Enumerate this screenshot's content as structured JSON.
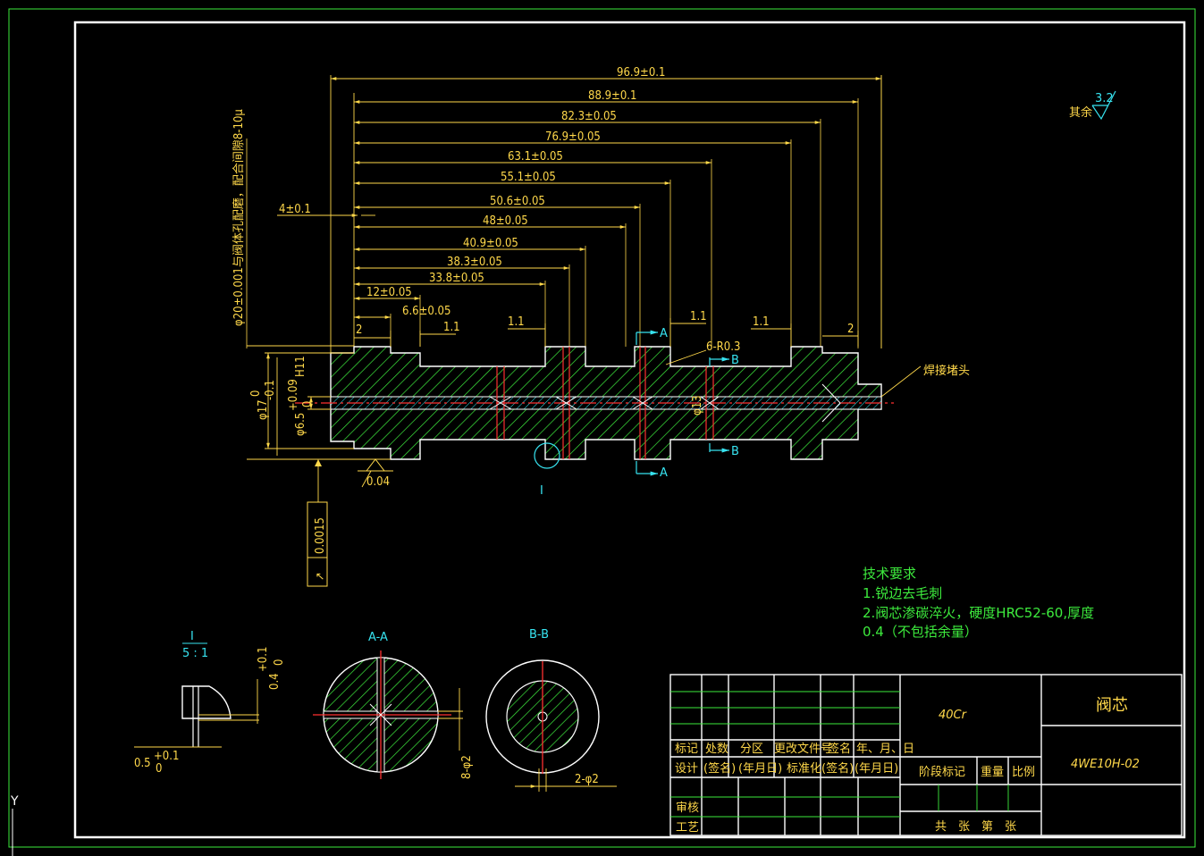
{
  "roughness": {
    "label": "其余",
    "value": "3.2"
  },
  "dimensions_horizontal": [
    "96.9±0.1",
    "88.9±0.1",
    "82.3±0.05",
    "76.9±0.05",
    "63.1±0.05",
    "55.1±0.05",
    "50.6±0.05",
    "48±0.05",
    "40.9±0.05",
    "38.3±0.05",
    "33.8±0.05",
    "12±0.05",
    "6.6±0.05",
    "4±0.1"
  ],
  "small_dims": {
    "d1": "1.1",
    "d2": "1.1",
    "d3": "1.1",
    "d4": "1.1",
    "two_left": "2",
    "two_right": "2"
  },
  "vertical_note": "φ20±0.001与阀体孔配磨，配合间隙8-10μ",
  "dia_labels": {
    "d17": "φ17",
    "d17_tol": "-0.1",
    "d17_tol_top": "0",
    "d65": "φ6.5",
    "d65_tol": "+0.09",
    "d65_fit": "H11",
    "d65_zero": "0",
    "d13": "φ13",
    "d1": "φ1"
  },
  "fillet": "6-R0.3",
  "weld": "焊接堵头",
  "section_marks": {
    "a": "A",
    "b": "B"
  },
  "detail_marker": "I",
  "runout": {
    "value": "0.0015"
  },
  "datum_roughness": "0.04",
  "tech_req": {
    "title": "技术要求",
    "line1": "1.锐边去毛刺",
    "line2": "2.阀芯渗碳淬火，硬度HRC52-60,厚度",
    "line3": "0.4（不包括余量）"
  },
  "detail_view": {
    "name": "I",
    "scale": "5 : 1",
    "dim1": "0.4",
    "dim1_tol_top": "+0.1",
    "dim1_tol_bot": "0",
    "dim2": "0.5",
    "dim2_tol_top": "+0.1",
    "dim2_tol_bot": "0"
  },
  "section_aa": {
    "title": "A-A",
    "dim": "8-φ2"
  },
  "section_bb": {
    "title": "B-B",
    "dim": "2-φ2"
  },
  "title_block": {
    "material": "40Cr",
    "part_name": "阀芯",
    "drawing_no": "4WE10H-02",
    "row_labels": [
      "标记",
      "处数",
      "分区",
      "更改文件号",
      "签名",
      "年、月、日"
    ],
    "row2_labels": [
      "设计",
      "(签名)",
      "(年月日)",
      "标准化",
      "(签名)",
      "(年月日)"
    ],
    "stage": "阶段标记",
    "weight": "重量",
    "scale": "比例",
    "review": "审核",
    "process": "工艺",
    "sheets": "共　张　第　张"
  },
  "ucs": {
    "y": "Y"
  }
}
